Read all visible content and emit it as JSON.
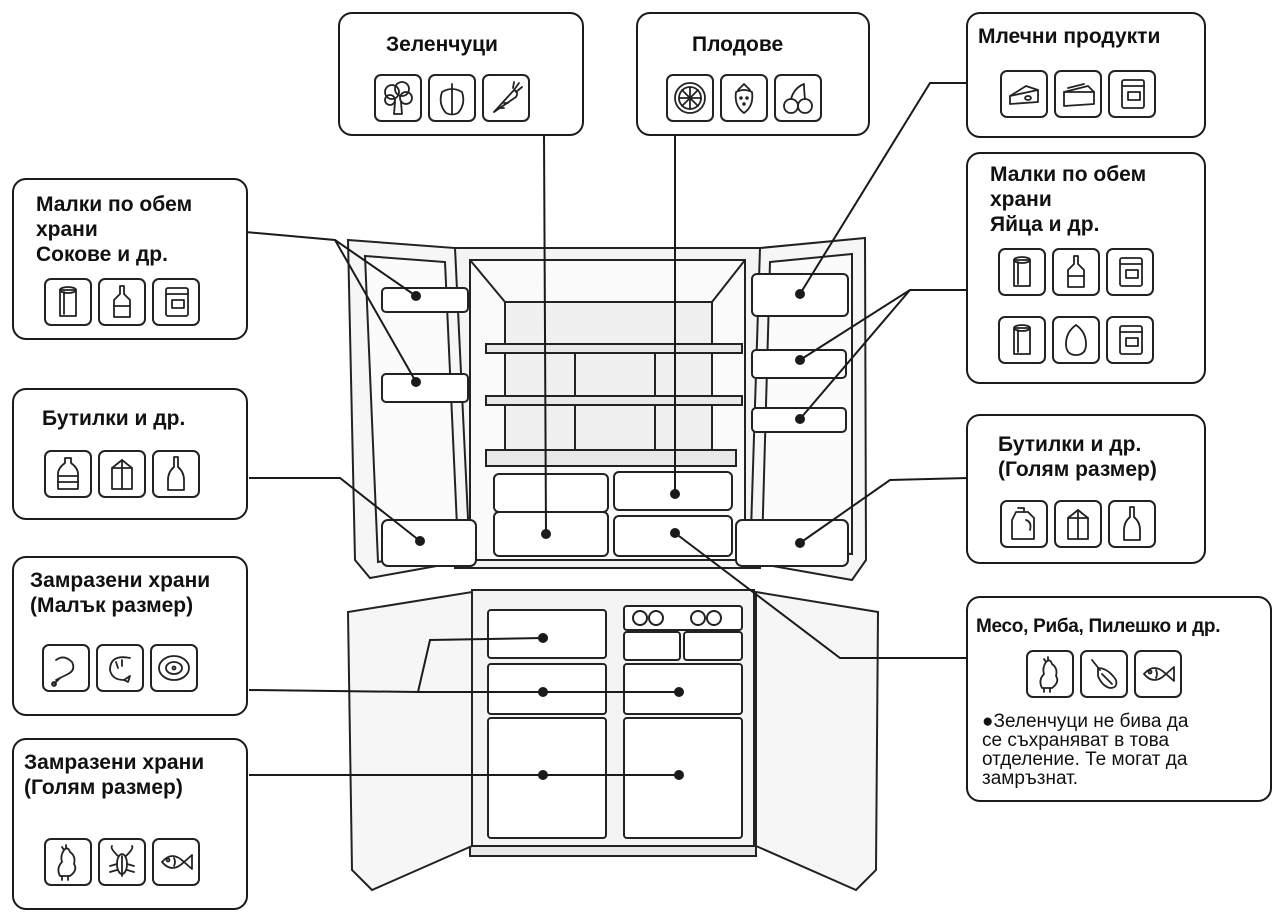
{
  "labels": {
    "vegetables": {
      "title": "Зеленчуци",
      "icons": [
        "broccoli-icon",
        "pepper-icon",
        "carrot-icon"
      ]
    },
    "fruits": {
      "title": "Плодове",
      "icons": [
        "citrus-slice-icon",
        "strawberry-icon",
        "cherries-icon"
      ]
    },
    "dairy": {
      "title": "Млечни продукти",
      "icons": [
        "cheese-icon",
        "butter-icon",
        "container-icon"
      ]
    },
    "small_left": {
      "title": "Малки по обем\nхрани\nСокове и др.",
      "icons": [
        "can-icon",
        "sauce-bottle-icon",
        "container-icon"
      ]
    },
    "small_right": {
      "title": "Малки по обем\nхрани\nЯйца и др.",
      "icons": [
        "can-icon",
        "sauce-bottle-icon",
        "container-icon",
        "can-icon",
        "egg-icon",
        "container-icon"
      ]
    },
    "bottles_left": {
      "title": "Бутилки и др.",
      "icons": [
        "plastic-bottle-icon",
        "milk-carton-icon",
        "wine-bottle-icon"
      ]
    },
    "bottles_right": {
      "title": "Бутилки и др.\n(Голям размер)",
      "icons": [
        "jug-icon",
        "milk-carton-icon",
        "wine-bottle-icon"
      ]
    },
    "frozen_small": {
      "title": "Замразени храни\n(Малък размер)",
      "icons": [
        "chicken-leg-icon",
        "shrimp-icon",
        "fish-steak-icon"
      ]
    },
    "frozen_large": {
      "title": "Замразени храни\n(Голям размер)",
      "icons": [
        "chicken-icon",
        "lobster-icon",
        "fish-icon"
      ]
    },
    "meat": {
      "title": "Месо, Риба, Пилешко и др.",
      "icons": [
        "chicken-icon",
        "ham-icon",
        "fish-icon"
      ],
      "note": "●Зеленчуци не бива да\nсе съхраняват в това\nотделение. Те могат да\nзамръзнат."
    }
  }
}
